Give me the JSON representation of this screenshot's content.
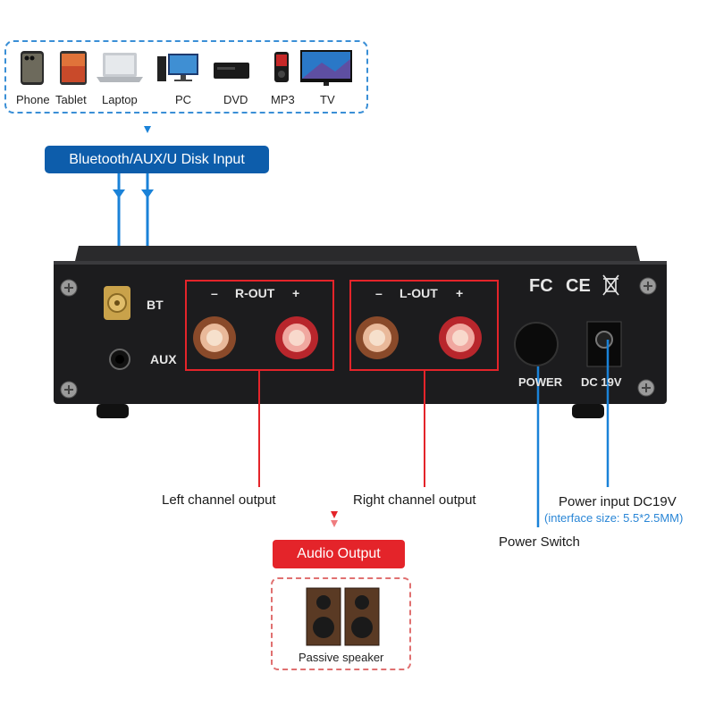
{
  "sources": {
    "devices": [
      "Phone",
      "Tablet",
      "Laptop",
      "PC",
      "DVD",
      "MP3",
      "TV"
    ]
  },
  "input_label": "Bluetooth/AUX/U Disk Input",
  "panel": {
    "bt": "BT",
    "aux": "AUX",
    "r_out": "R-OUT",
    "l_out": "L-OUT",
    "minus": "–",
    "plus": "+",
    "power": "POWER",
    "dc": "DC 19V",
    "cert_fc": "FC",
    "cert_ce": "CE"
  },
  "callouts": {
    "left_channel": "Left channel output",
    "right_channel": "Right channel output",
    "power_input": "Power input DC19V",
    "interface_size": "(interface size: 5.5*2.5MM)",
    "power_switch": "Power Switch"
  },
  "output": {
    "label": "Audio Output",
    "speaker_caption": "Passive speaker"
  },
  "colors": {
    "blue": "#1a82d8",
    "dark_blue": "#0d5dab",
    "red": "#e4242a",
    "amp_body": "#1c1c1e"
  }
}
